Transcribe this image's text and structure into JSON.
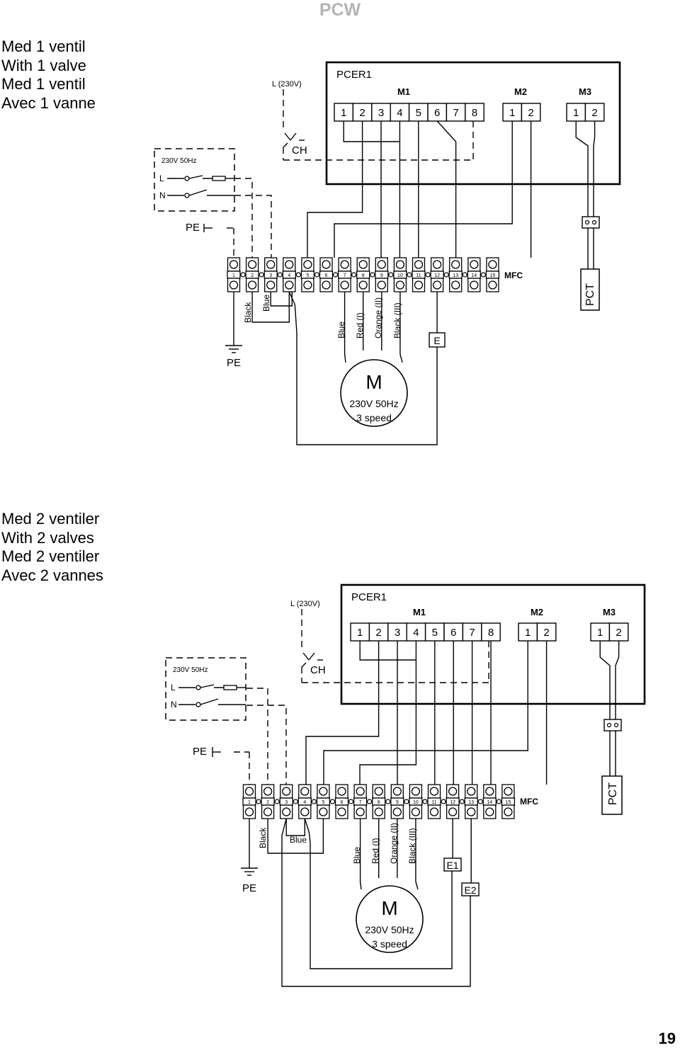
{
  "header": {
    "title": "PCW"
  },
  "page_number": "19",
  "diagrams": [
    {
      "caption": [
        "Med 1 ventil",
        "With 1 valve",
        "Med 1 ventil",
        "Avec 1 vanne"
      ],
      "controller": "PCER1",
      "m1": "M1",
      "m2": "M2",
      "m3": "M3",
      "m1_pins": [
        "1",
        "2",
        "3",
        "4",
        "5",
        "6",
        "7",
        "8"
      ],
      "m2_pins": [
        "1",
        "2"
      ],
      "m3_pins": [
        "1",
        "2"
      ],
      "l230": "L (230V)",
      "ch": "CH",
      "supply": "230V 50Hz",
      "l": "L",
      "n": "N",
      "pe_top": "PE",
      "pe_bottom": "PE",
      "terminals": [
        "1",
        "2",
        "3",
        "4",
        "5",
        "6",
        "7",
        "8",
        "9",
        "10",
        "11",
        "12",
        "13",
        "14",
        "15"
      ],
      "mfc": "MFC",
      "pct": "PCT",
      "wires": [
        "Black",
        "Blue",
        "Blue",
        "Red (I)",
        "Orange (II)",
        "Black (III)"
      ],
      "valves": [
        "E"
      ],
      "motor": {
        "symbol": "M",
        "rating": "230V  50Hz",
        "speed": "3 speed"
      }
    },
    {
      "caption": [
        "Med 2 ventiler",
        "With 2 valves",
        "Med 2 ventiler",
        "Avec 2 vannes"
      ],
      "controller": "PCER1",
      "m1": "M1",
      "m2": "M2",
      "m3": "M3",
      "m1_pins": [
        "1",
        "2",
        "3",
        "4",
        "5",
        "6",
        "7",
        "8"
      ],
      "m2_pins": [
        "1",
        "2"
      ],
      "m3_pins": [
        "1",
        "2"
      ],
      "l230": "L (230V)",
      "ch": "CH",
      "supply": "230V 50Hz",
      "l": "L",
      "n": "N",
      "pe_top": "PE",
      "pe_bottom": "PE",
      "terminals": [
        "1",
        "2",
        "3",
        "4",
        "5",
        "6",
        "7",
        "8",
        "9",
        "10",
        "11",
        "12",
        "13",
        "14",
        "15"
      ],
      "mfc": "MFC",
      "pct": "PCT",
      "wires": [
        "Black",
        "Blue",
        "Blue",
        "Red (I)",
        "Orange (II)",
        "Black (III)"
      ],
      "valves": [
        "E1",
        "E2"
      ],
      "motor": {
        "symbol": "M",
        "rating": "230V  50Hz",
        "speed": "3 speed"
      }
    }
  ]
}
